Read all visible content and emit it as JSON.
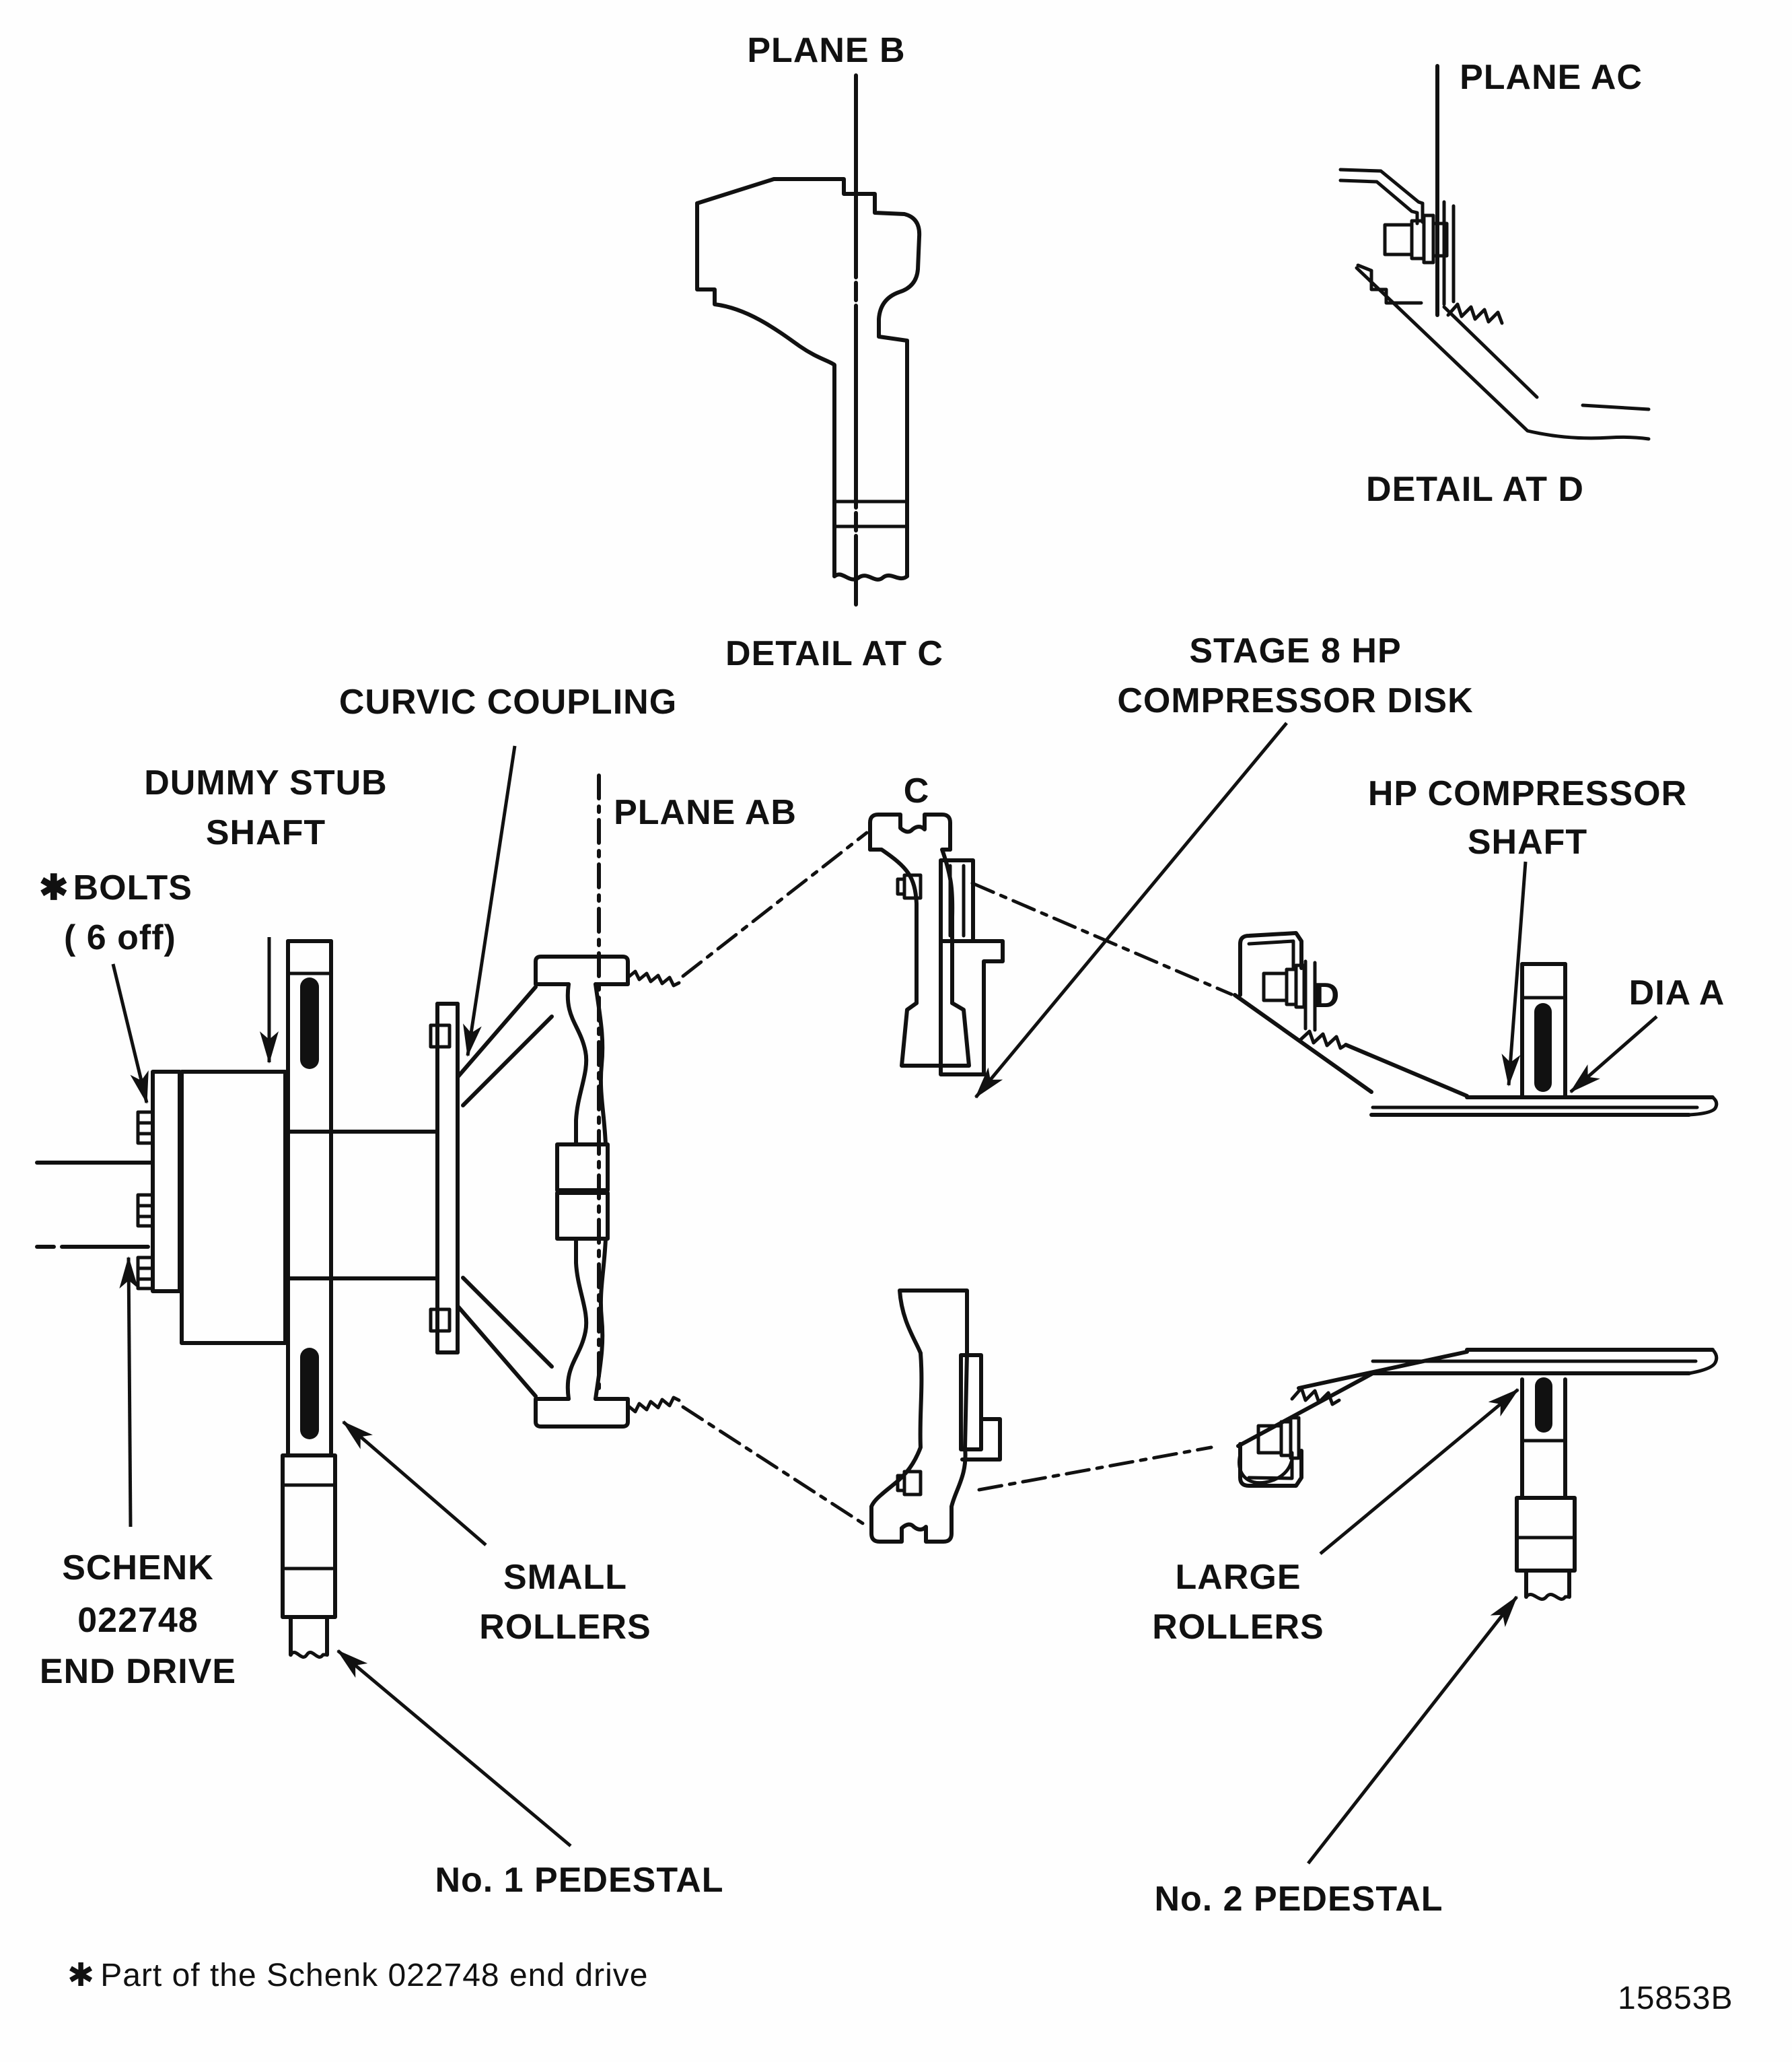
{
  "figure": {
    "number": "15853B"
  },
  "footnote": {
    "asterisk": "✱",
    "text": "Part of the Schenk 022748 end drive"
  },
  "details": {
    "plane_b": "PLANE B",
    "detail_c": "DETAIL AT C",
    "plane_ac": "PLANE AC",
    "detail_d": "DETAIL AT D",
    "plane_ab": "PLANE AB"
  },
  "labels": {
    "curvic_coupling": "CURVIC COUPLING",
    "dummy_stub_shaft": [
      "DUMMY STUB",
      "SHAFT"
    ],
    "bolts": {
      "asterisk": "✱",
      "line1": "BOLTS",
      "line2": "( 6 off)"
    },
    "stage8": [
      "STAGE 8 HP",
      "COMPRESSOR DISK"
    ],
    "hp_compressor_shaft": [
      "HP COMPRESSOR",
      "SHAFT"
    ],
    "dia_a": "DIA A",
    "schenk_end_drive": [
      "SCHENK",
      "022748",
      "END DRIVE"
    ],
    "small_rollers": [
      "SMALL",
      "ROLLERS"
    ],
    "large_rollers": [
      "LARGE",
      "ROLLERS"
    ],
    "pedestal_1": "No. 1 PEDESTAL",
    "pedestal_2": "No. 2 PEDESTAL",
    "marker_c": "C",
    "marker_d": "D"
  }
}
